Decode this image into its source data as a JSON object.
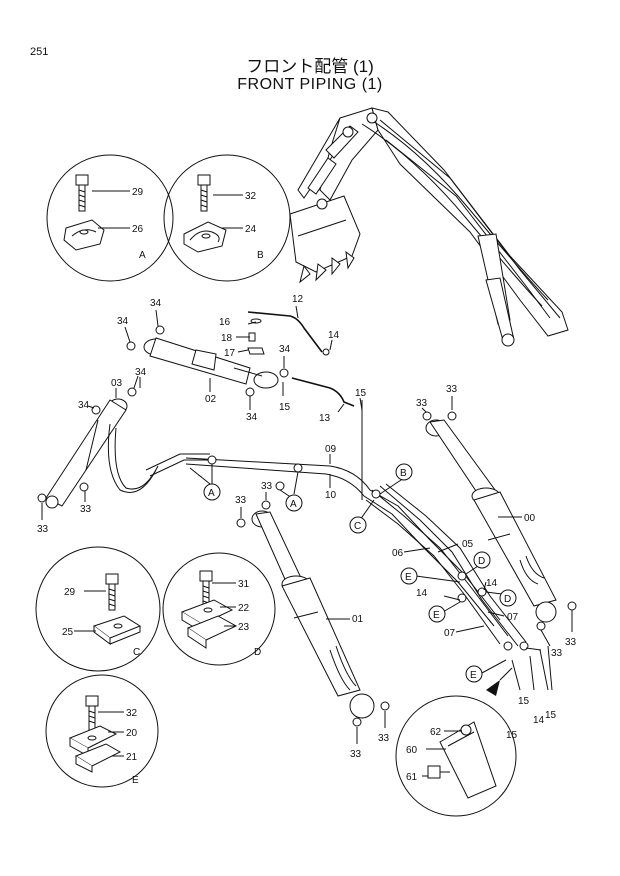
{
  "page_number": "251",
  "title_jp": "フロント配管 (1)",
  "title_en": "FRONT PIPING (1)",
  "detail_views": {
    "A": {
      "letter": "A",
      "parts": [
        "29",
        "26"
      ]
    },
    "B": {
      "letter": "B",
      "parts": [
        "32",
        "24"
      ]
    },
    "C": {
      "letter": "C",
      "parts": [
        "29",
        "25"
      ]
    },
    "D": {
      "letter": "D",
      "parts": [
        "31",
        "22",
        "23"
      ]
    },
    "E": {
      "letter": "E",
      "parts": [
        "32",
        "20",
        "21"
      ]
    },
    "F": {
      "parts": [
        "62",
        "60",
        "61"
      ]
    }
  },
  "labels": {
    "p00": "00",
    "p01": "01",
    "p02": "02",
    "p03": "03",
    "p05": "05",
    "p06": "06",
    "p07a": "07",
    "p07b": "07",
    "p09": "09",
    "p10": "10",
    "p12": "12",
    "p13": "13",
    "p14a": "14",
    "p14b": "14",
    "p14c": "14",
    "p14d": "14",
    "p15a": "15",
    "p15b": "15",
    "p15c": "15",
    "p15d": "15",
    "p15e": "15",
    "p16": "16",
    "p17": "17",
    "p18": "18",
    "p33a": "33",
    "p33b": "33",
    "p33c": "33",
    "p33d": "33",
    "p33e": "33",
    "p33f": "33",
    "p33g": "33",
    "p33h": "33",
    "p33i": "33",
    "p33j": "33",
    "p34a": "34",
    "p34b": "34",
    "p34c": "34",
    "p34d": "34",
    "p34e": "34",
    "p34f": "34"
  },
  "callouts": {
    "a1": "A",
    "a2": "A",
    "b1": "B",
    "c1": "C",
    "d1": "D",
    "d2": "D",
    "e1": "E",
    "e2": "E",
    "e3": "E"
  }
}
